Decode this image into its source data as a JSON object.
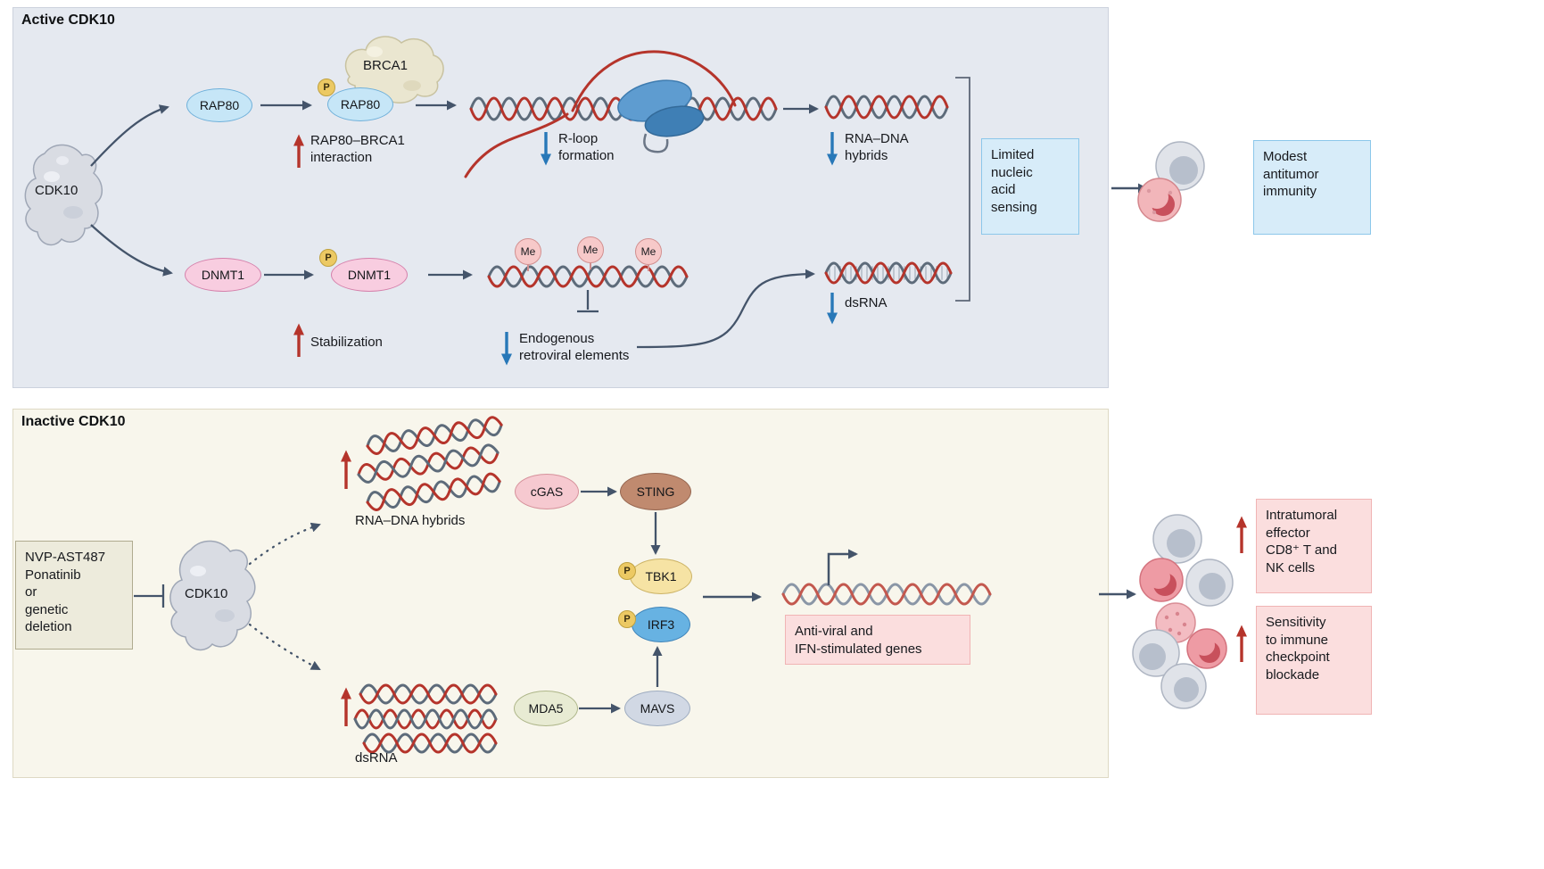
{
  "colors": {
    "panel_active_bg": "#e5e9f0",
    "panel_inactive_bg": "#f8f6ec",
    "arrow_dark": "#44546a",
    "arrow_red": "#b5342b",
    "arrow_blue": "#2878b8",
    "dna_red": "#b5342b",
    "dna_gray": "#5d6b7a",
    "box_blue_bg": "#d7ecf9",
    "box_pink_bg": "#fbdede",
    "box_olive_bg": "#edebdc"
  },
  "active": {
    "title": "Active CDK10",
    "cdk10": "CDK10",
    "rap80": "RAP80",
    "brca1": "BRCA1",
    "rap80_p": "RAP80",
    "p": "P",
    "interaction": "RAP80–BRCA1\ninteraction",
    "r_loop": "R-loop\nformation",
    "rna_dna": "RNA–DNA\nhybrids",
    "dnmt1": "DNMT1",
    "dnmt1_p": "DNMT1",
    "stabilization": "Stabilization",
    "me": "Me",
    "endogenous": "Endogenous\nretroviral elements",
    "dsrna": "dsRNA",
    "limited": "Limited\nnucleic\nacid\nsensing",
    "modest": "Modest\nantitumor\nimmunity"
  },
  "inactive": {
    "title": "Inactive CDK10",
    "treatment": "NVP-AST487\nPonatinib\nor\ngenetic\ndeletion",
    "cdk10": "CDK10",
    "rna_dna": "RNA–DNA hybrids",
    "cgas": "cGAS",
    "sting": "STING",
    "p": "P",
    "tbk1": "TBK1",
    "irf3": "IRF3",
    "dsrna": "dsRNA",
    "mda5": "MDA5",
    "mavs": "MAVS",
    "antiviral": "Anti-viral and\nIFN-stimulated genes",
    "intratumoral": "Intratumoral\neffector\nCD8⁺ T and\nNK cells",
    "sensitivity": "Sensitivity\nto immune\ncheckpoint\nblockade"
  }
}
